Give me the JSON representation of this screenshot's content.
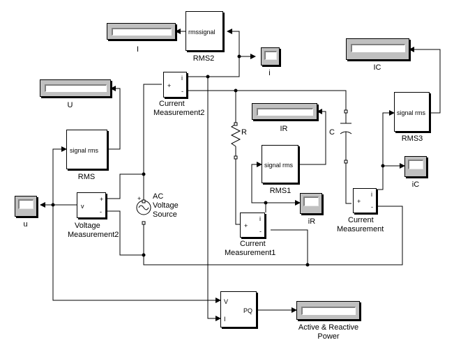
{
  "blocks": {
    "disp_I": {
      "name": "I"
    },
    "rms2": {
      "name": "RMS2",
      "inner": "rmssignal"
    },
    "scope_i": {
      "name": "i"
    },
    "disp_IC": {
      "name": "IC"
    },
    "disp_U": {
      "name": "U"
    },
    "cm2": {
      "name_line1": "Current",
      "name_line2": "Measurement2",
      "port_i": "i",
      "port_plus": "+",
      "port_minus": "-"
    },
    "rms": {
      "name": "RMS",
      "inner": "signal rms"
    },
    "disp_IR": {
      "name": "IR"
    },
    "resistor": {
      "name": "R"
    },
    "capacitor": {
      "name": "C"
    },
    "rms3": {
      "name": "RMS3",
      "inner": "signal rms"
    },
    "rms1": {
      "name": "RMS1",
      "inner": "signal rms"
    },
    "scope_iC": {
      "name": "iC"
    },
    "scope_u": {
      "name": "u"
    },
    "vm2": {
      "name_line1": "Voltage",
      "name_line2": "Measurement2",
      "port_v": "v",
      "port_plus": "+",
      "port_minus": "-"
    },
    "ac": {
      "name_line1": "AC",
      "name_line2": "Voltage",
      "name_line3": "Source",
      "port_plus": "+"
    },
    "scope_iR": {
      "name": "iR"
    },
    "cm1": {
      "name_line1": "Current",
      "name_line2": "Measurement1",
      "port_i": "i",
      "port_plus": "+",
      "port_minus": "-"
    },
    "cm": {
      "name_line1": "Current",
      "name_line2": "Measurement",
      "port_i": "i",
      "port_plus": "+",
      "port_minus": "-"
    },
    "pq": {
      "port_v": "V",
      "port_i": "I",
      "port_out": "PQ"
    },
    "disp_power": {
      "name_line1": "Active & Reactive",
      "name_line2": "Power"
    }
  },
  "colors": {
    "background": "#ffffff",
    "line": "#000000",
    "display_face": "#c0c0c0",
    "scope_face": "#c0c0c0"
  }
}
